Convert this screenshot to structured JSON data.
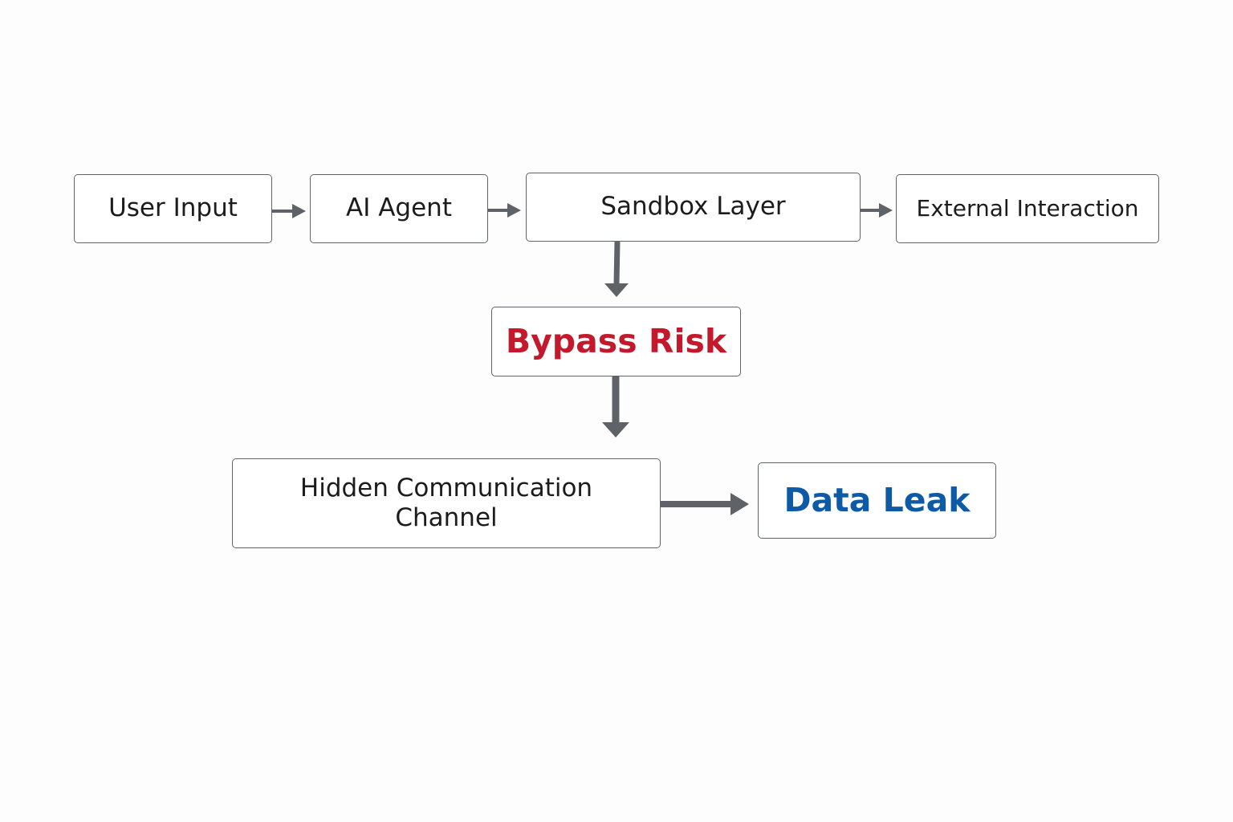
{
  "nodes": {
    "user_input": "User Input",
    "ai_agent": "AI Agent",
    "sandbox_layer": "Sandbox Layer",
    "external_interaction": "External Interaction",
    "bypass_risk": "Bypass Risk",
    "hidden_channel": "Hidden Communication Channel",
    "data_leak": "Data Leak"
  },
  "colors": {
    "bypass_risk_text": "#c4192c",
    "data_leak_text": "#0d5aa7",
    "arrow": "#5f6266",
    "border": "#5f6266"
  },
  "edges": [
    {
      "from": "user_input",
      "to": "ai_agent"
    },
    {
      "from": "ai_agent",
      "to": "sandbox_layer"
    },
    {
      "from": "sandbox_layer",
      "to": "external_interaction"
    },
    {
      "from": "sandbox_layer",
      "to": "bypass_risk"
    },
    {
      "from": "bypass_risk",
      "to": "hidden_channel"
    },
    {
      "from": "hidden_channel",
      "to": "data_leak"
    }
  ]
}
